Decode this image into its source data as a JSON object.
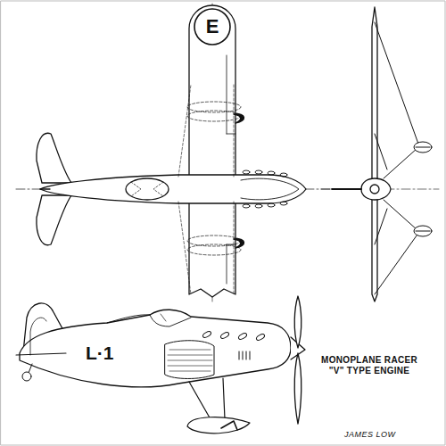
{
  "diagram": {
    "title": "MONOPLANE RACER \"V\" TYPE ENGINE",
    "labels": [
      "E",
      "L·1",
      "JAMES LOW"
    ]
  }
}
